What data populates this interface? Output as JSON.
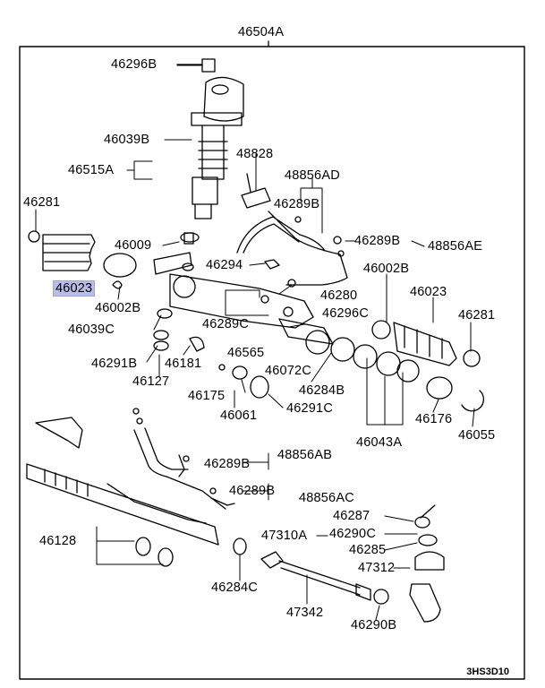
{
  "diagram_title": "46504A",
  "diagram_code": "3HS3D10",
  "highlight_color": "#b8bde8",
  "labels": {
    "l46296B": "46296B",
    "l46039B": "46039B",
    "l46515A": "46515A",
    "l48828": "48828",
    "l48856AD": "48856AD",
    "l46289B_1": "46289B",
    "l46281_l": "46281",
    "l46009": "46009",
    "l46289B_2": "46289B",
    "l48856AE": "48856AE",
    "l46294": "46294",
    "l46002B_r": "46002B",
    "l46023_l": "46023",
    "l46280": "46280",
    "l46023_r": "46023",
    "l46002B_l": "46002B",
    "l46296C": "46296C",
    "l46281_r": "46281",
    "l46039C": "46039C",
    "l46289C": "46289C",
    "l46565": "46565",
    "l46291B": "46291B",
    "l46181": "46181",
    "l46072C": "46072C",
    "l46127": "46127",
    "l46284B": "46284B",
    "l46175": "46175",
    "l46291C": "46291C",
    "l46061": "46061",
    "l46176": "46176",
    "l46055": "46055",
    "l46043A": "46043A",
    "l48856AB": "48856AB",
    "l46289B_3": "46289B",
    "l46289B_4": "46289B",
    "l48856AC": "48856AC",
    "l46287": "46287",
    "l46128": "46128",
    "l47310A": "47310A",
    "l46290C": "46290C",
    "l46285": "46285",
    "l47312": "47312",
    "l46284C": "46284C",
    "l47342": "47342",
    "l46290B": "46290B"
  }
}
